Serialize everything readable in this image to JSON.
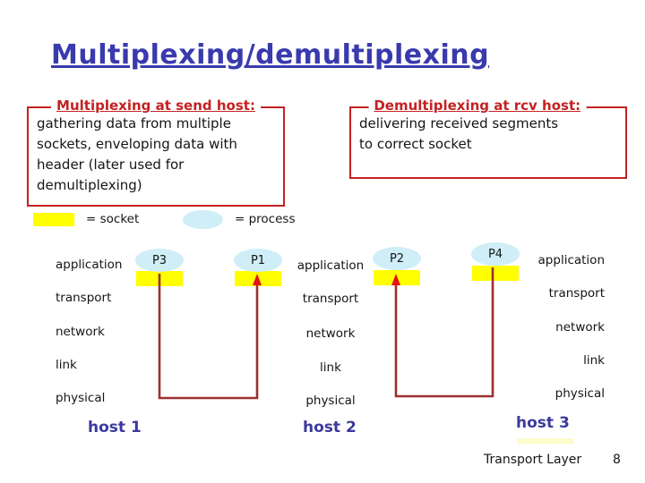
{
  "slide": {
    "title": "Multiplexing/demultiplexing",
    "footer": {
      "label": "Transport Layer",
      "page": "8"
    }
  },
  "boxes": {
    "mux": {
      "header": "Multiplexing at send host:",
      "lines": [
        "gathering data from multiple",
        "sockets, enveloping data with",
        "header (later used for",
        "demultiplexing)"
      ]
    },
    "demux": {
      "header": "Demultiplexing at rcv host:",
      "lines": [
        "delivering received segments",
        "to correct socket"
      ]
    }
  },
  "legend": {
    "socket_label": "= socket",
    "process_label": "= process"
  },
  "hosts": [
    {
      "name": "host 1",
      "layers": [
        "application",
        "transport",
        "network",
        "link",
        "physical"
      ]
    },
    {
      "name": "host 2",
      "layers": [
        "application",
        "transport",
        "network",
        "link",
        "physical"
      ]
    },
    {
      "name": "host 3",
      "layers": [
        "application",
        "transport",
        "network",
        "link",
        "physical"
      ]
    }
  ],
  "processes": {
    "p3": "P3",
    "p1": "P1",
    "p2": "P2",
    "p4": "P4"
  },
  "connections": [
    {
      "from": "P3",
      "to": "P1"
    },
    {
      "from": "P4",
      "to": "P2"
    }
  ],
  "colors": {
    "title_blue": "#3a3aae",
    "accent_red": "#c32222",
    "connector_dark_red": "#9b3030",
    "arrowhead_red": "#e21313",
    "socket_yellow": "#ffff00",
    "process_fill": "#cfeef7",
    "host_blue": "#3a3a9e"
  }
}
